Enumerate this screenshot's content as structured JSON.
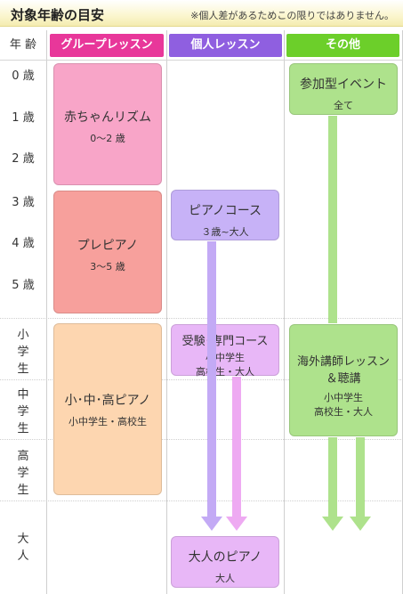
{
  "header": {
    "title": "対象年齢の目安",
    "note": "※個人差があるためこの限りではありません。"
  },
  "columns": {
    "age": "年 齢",
    "group": "グループレッスン",
    "individual": "個人レッスン",
    "other": "その他"
  },
  "ages": [
    "0 歳",
    "1 歳",
    "2 歳",
    "3 歳",
    "4 歳",
    "5 歳"
  ],
  "school_stages": {
    "elementary": [
      "小",
      "学",
      "生"
    ],
    "junior_high": [
      "中",
      "学",
      "生"
    ],
    "high": [
      "高",
      "学",
      "生"
    ],
    "adult": [
      "大",
      "人"
    ]
  },
  "boxes": {
    "baby_rhythm": {
      "title": "赤ちゃんリズム",
      "sub": "0～2 歳"
    },
    "pre_piano": {
      "title": "プレピアノ",
      "sub": "3～5 歳"
    },
    "elementary_piano": {
      "title": "小･中･高ピアノ",
      "sub": "小中学生・高校生"
    },
    "piano_course": {
      "title": "ピアノコース",
      "sub": "３歳~大人"
    },
    "exam_course": {
      "title": "受験･専門コース",
      "sub1": "小中学生",
      "sub2": "高校生・大人"
    },
    "adult_piano": {
      "title": "大人のピアノ",
      "sub": "大人"
    },
    "event": {
      "title": "参加型イベント",
      "sub": "全て"
    },
    "foreign_lesson": {
      "title1": "海外講師レッスン",
      "title2": "＆聴講",
      "sub1": "小中学生",
      "sub2": "高校生・大人"
    }
  },
  "colors": {
    "group_header": "#e8379a",
    "individual_header": "#8f5fe0",
    "other_header": "#6ccf2a",
    "pink_box": "#f8a5c8",
    "salmon_box": "#f7a09c",
    "peach_box": "#fdd6b0",
    "lavender_box": "#c7b2f7",
    "violet_box": "#e8b7f7",
    "green_box": "#aee28c"
  }
}
